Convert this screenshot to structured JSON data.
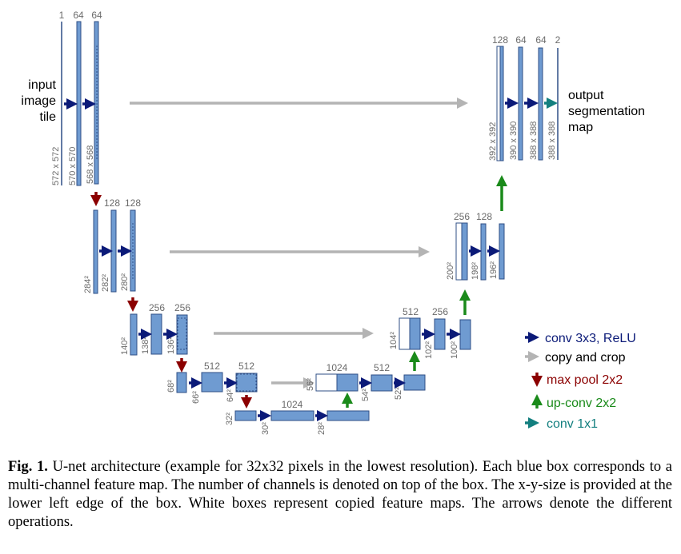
{
  "colors": {
    "box_fill": "#6f9bd1",
    "box_stroke": "#2f4f86",
    "conv": "#0b1a78",
    "copy": "#b4b4b4",
    "pool": "#8b0000",
    "upconv": "#1a8a1a",
    "conv1x1": "#137f7f"
  },
  "input_label": [
    "input",
    "image",
    "tile"
  ],
  "output_label": [
    "output",
    "segmentation",
    "map"
  ],
  "levels": [
    {
      "channels": [
        "1",
        "64",
        "64"
      ],
      "sizes": [
        "572 x 572",
        "570 x 570",
        "568 x 568"
      ]
    },
    {
      "channels": [
        "128",
        "128"
      ],
      "sizes": [
        "284²",
        "282²",
        "280²"
      ]
    },
    {
      "channels": [
        "256",
        "256"
      ],
      "sizes": [
        "140²",
        "138²",
        "136²"
      ]
    },
    {
      "channels": [
        "512",
        "512"
      ],
      "sizes": [
        "68²",
        "66²",
        "64²"
      ]
    },
    {
      "channels": [
        "1024"
      ],
      "sizes": [
        "32²",
        "30²",
        "28²"
      ]
    }
  ],
  "decoder": [
    {
      "channels": [
        "1024",
        "512"
      ],
      "sizes": [
        "56²",
        "54²",
        "52²"
      ]
    },
    {
      "channels": [
        "512",
        "256"
      ],
      "sizes": [
        "104²",
        "102²",
        "100²"
      ]
    },
    {
      "channels": [
        "256",
        "128"
      ],
      "sizes": [
        "200²",
        "198²",
        "196²"
      ]
    },
    {
      "channels": [
        "128",
        "64",
        "64",
        "2"
      ],
      "sizes": [
        "392 x 392",
        "390 x 390",
        "388 x 388",
        "388 x 388"
      ]
    }
  ],
  "legend": {
    "conv": "conv 3x3, ReLU",
    "copy": "copy and crop",
    "pool": "max pool 2x2",
    "upconv": "up-conv 2x2",
    "conv1x1": "conv 1x1"
  },
  "caption": {
    "label": "Fig. 1.",
    "text": "U-net architecture (example for 32x32 pixels in the lowest resolution). Each blue box corresponds to a multi-channel feature map. The number of channels is denoted on top of the box. The x-y-size is provided at the lower left edge of the box. White boxes represent copied feature maps. The arrows denote the different operations."
  }
}
